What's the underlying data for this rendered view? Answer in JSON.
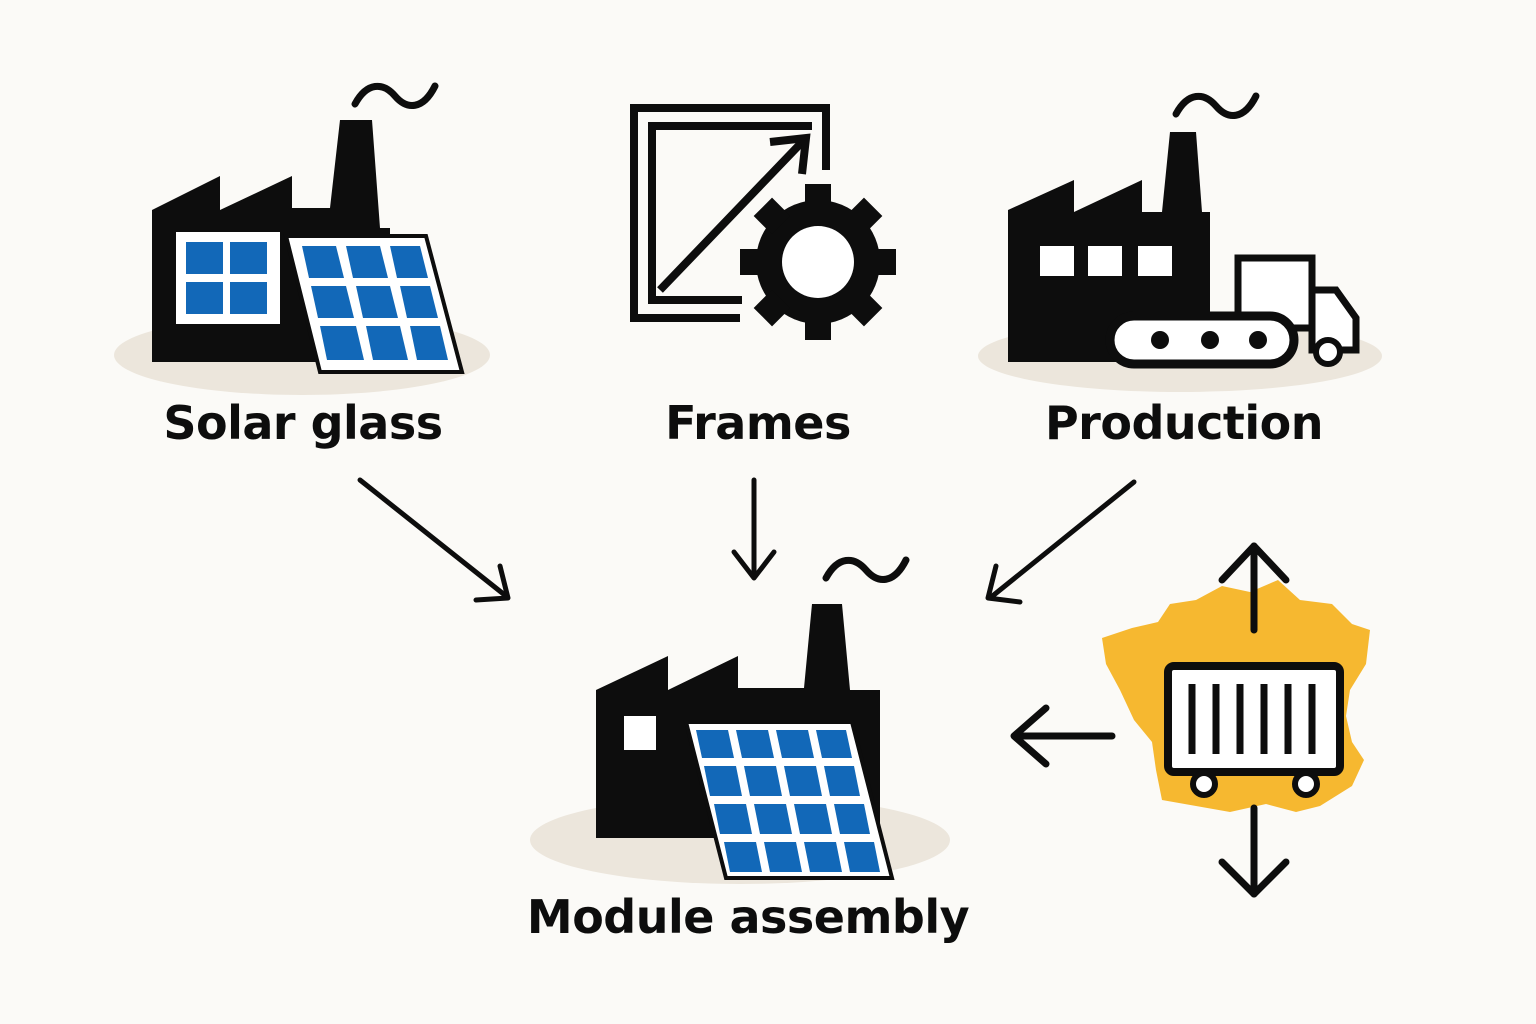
{
  "nodes": {
    "solar_glass": {
      "label": "Solar glass"
    },
    "frames": {
      "label": "Frames"
    },
    "production": {
      "label": "Production"
    },
    "module_assembly": {
      "label": "Module assembly"
    }
  },
  "icons": {
    "solar_glass": "factory-with-solar-panel-icon",
    "frames": "frame-with-gear-icon",
    "production": "factory-with-truck-icon",
    "module_assembly": "factory-with-solar-panel-icon",
    "import_export": "france-map-container-icon"
  },
  "colors": {
    "ink": "#0d0d0d",
    "panel_blue": "#1268b8",
    "map_yellow": "#f6b830",
    "shadow": "#ece6dc",
    "background": "#fbfaf7"
  }
}
